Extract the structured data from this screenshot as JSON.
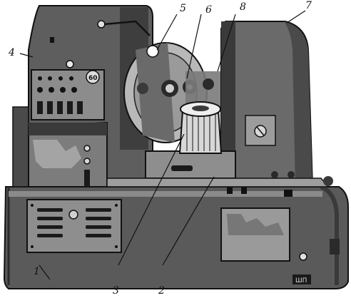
{
  "figure": {
    "callouts": [
      {
        "number": "1"
      },
      {
        "number": "2"
      },
      {
        "number": "3"
      },
      {
        "number": "4"
      },
      {
        "number": "5"
      },
      {
        "number": "6"
      },
      {
        "number": "7"
      },
      {
        "number": "8"
      }
    ],
    "dial_label": "60",
    "logo_text": "ШП"
  },
  "colors": {
    "ink": "#111111",
    "body_dark": "#4a4a4a",
    "body_mid": "#6e6e6e",
    "body_light": "#8c8c8c",
    "highlight": "#d8d8d8",
    "background": "#ffffff"
  }
}
